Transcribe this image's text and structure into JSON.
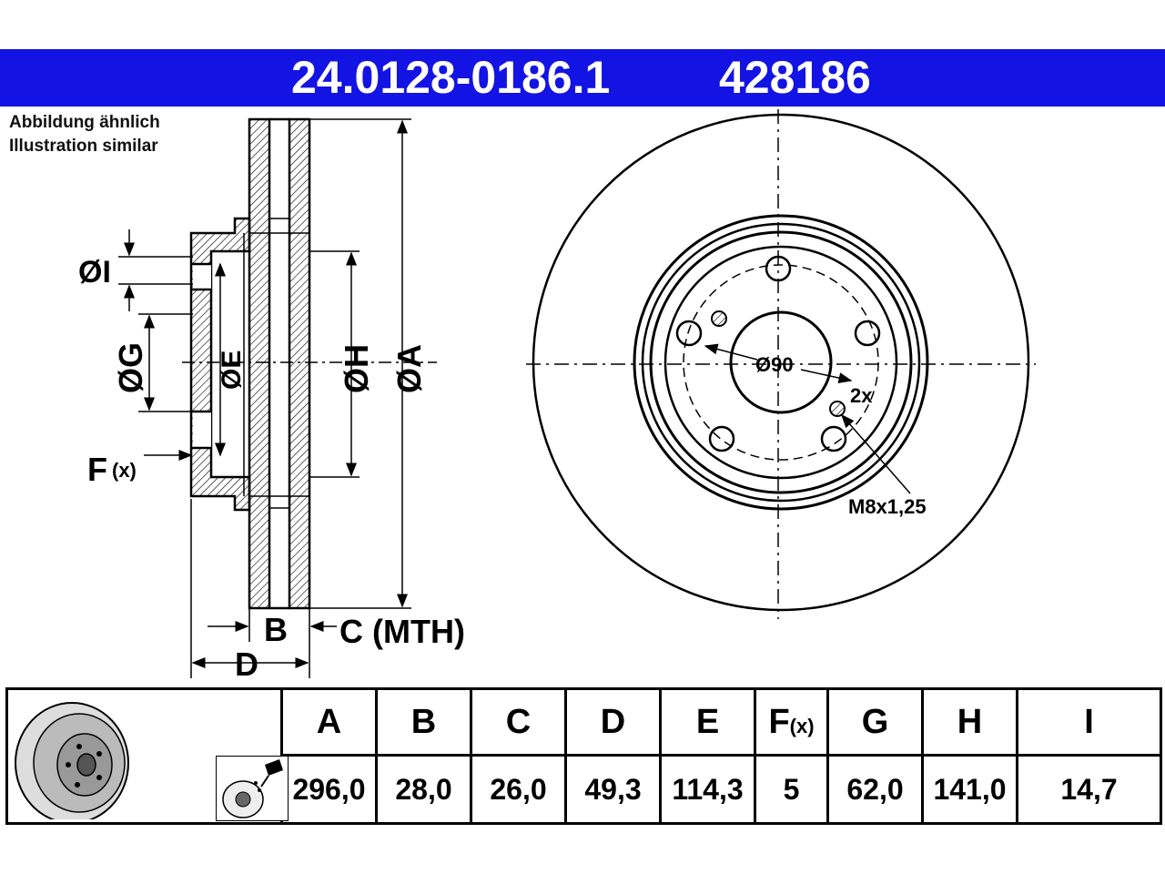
{
  "header": {
    "part_number": "24.0128-0186.1",
    "ref_number": "428186",
    "bg_color": "#1313e3"
  },
  "notes": {
    "de": "Abbildung ähnlich",
    "en": "Illustration similar"
  },
  "section_labels": {
    "dia_I": "ØI",
    "dia_G": "ØG",
    "dia_E": "ØE",
    "dia_H": "ØH",
    "dia_A": "ØA",
    "F": "F",
    "F_sub": "(x)",
    "B": "B",
    "C": "C (MTH)",
    "D": "D"
  },
  "face_labels": {
    "center_bore": "Ø90",
    "count": "2x",
    "thread": "M8x1,25"
  },
  "table": {
    "headers": [
      "A",
      "B",
      "C",
      "D",
      "E",
      "F",
      "G",
      "H",
      "I"
    ],
    "f_header_sub": "(x)",
    "values": [
      "296,0",
      "28,0",
      "26,0",
      "49,3",
      "114,3",
      "5",
      "62,0",
      "141,0",
      "14,7"
    ]
  },
  "icons": [
    "disc-thumbnail-icon",
    "grease-warning-icon"
  ]
}
